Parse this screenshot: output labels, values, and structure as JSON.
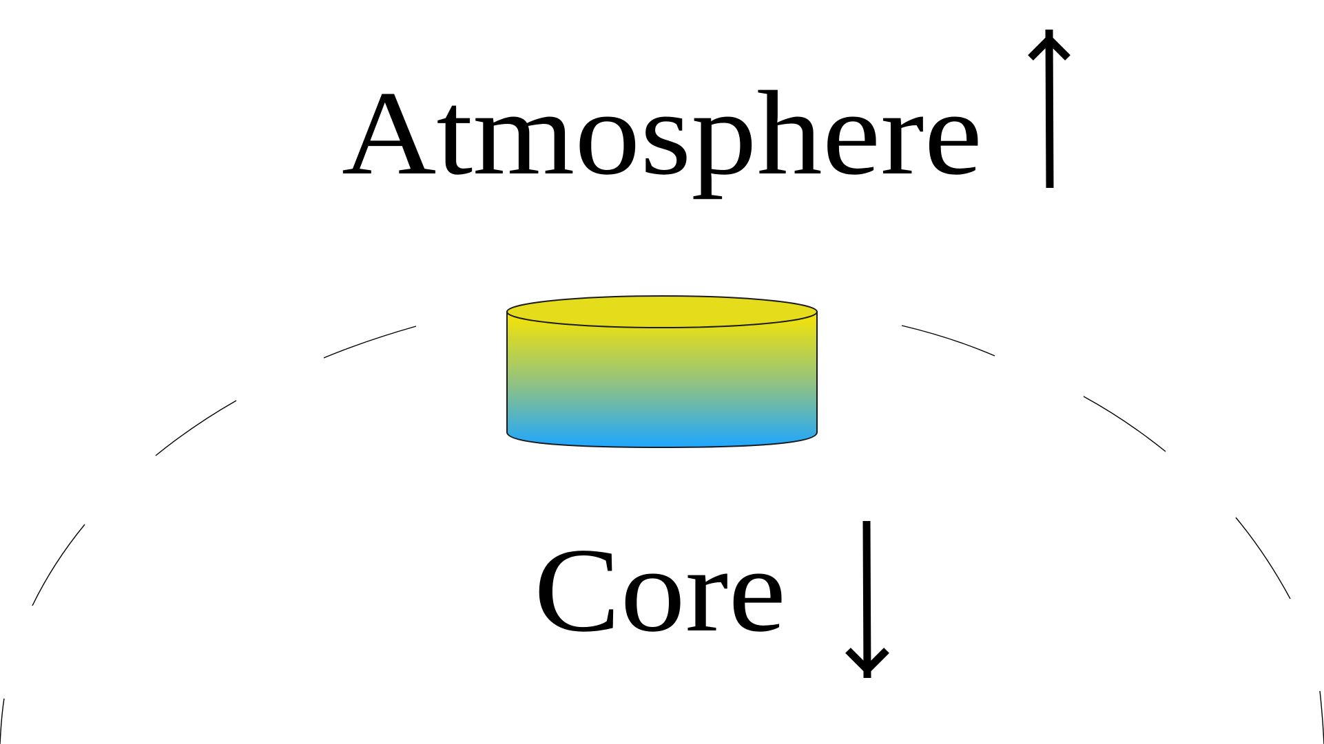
{
  "labels": {
    "atmosphere": "Atmosphere",
    "core": "Core"
  },
  "arrows": {
    "atmosphere_direction": "up",
    "core_direction": "down"
  },
  "colors": {
    "cylinder_top": "#e5dd1c",
    "cylinder_gradient_top": "#f8e400",
    "cylinder_gradient_bottom": "#1ea6ff",
    "outline": "#000000"
  },
  "icons": {
    "atmosphere_arrow": "arrow-up-icon",
    "core_arrow": "arrow-down-icon"
  }
}
